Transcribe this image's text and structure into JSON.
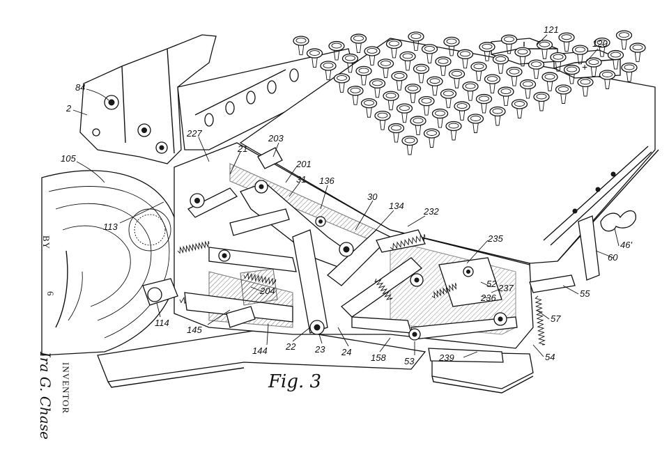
{
  "figure": {
    "caption": "Fig. 3",
    "side_by": "BY",
    "side_inventor": "INVENTOR",
    "side_signature": "Ira G. Chase",
    "side_mark": "6"
  },
  "reference_numerals": [
    {
      "id": "n84",
      "text": "84"
    },
    {
      "id": "n2",
      "text": "2"
    },
    {
      "id": "n105",
      "text": "105"
    },
    {
      "id": "n113",
      "text": "113"
    },
    {
      "id": "n227",
      "text": "227"
    },
    {
      "id": "n21",
      "text": "21"
    },
    {
      "id": "n203",
      "text": "203"
    },
    {
      "id": "n201",
      "text": "201"
    },
    {
      "id": "n31",
      "text": "31"
    },
    {
      "id": "n136",
      "text": "136"
    },
    {
      "id": "n30",
      "text": "30"
    },
    {
      "id": "n134",
      "text": "134"
    },
    {
      "id": "n232",
      "text": "232"
    },
    {
      "id": "n235",
      "text": "235"
    },
    {
      "id": "n52",
      "text": "52"
    },
    {
      "id": "n237",
      "text": "237"
    },
    {
      "id": "n236",
      "text": "236"
    },
    {
      "id": "n60",
      "text": "60"
    },
    {
      "id": "n46p",
      "text": "46'"
    },
    {
      "id": "n55",
      "text": "55"
    },
    {
      "id": "n57",
      "text": "57"
    },
    {
      "id": "n54",
      "text": "54"
    },
    {
      "id": "n239",
      "text": "239"
    },
    {
      "id": "n53",
      "text": "53"
    },
    {
      "id": "n158",
      "text": "158"
    },
    {
      "id": "n24",
      "text": "24"
    },
    {
      "id": "n23",
      "text": "23"
    },
    {
      "id": "n22",
      "text": "22"
    },
    {
      "id": "n144",
      "text": "144"
    },
    {
      "id": "n145",
      "text": "145"
    },
    {
      "id": "n114",
      "text": "114"
    },
    {
      "id": "n204",
      "text": "204"
    },
    {
      "id": "n121",
      "text": "121"
    },
    {
      "id": "n120",
      "text": "120"
    }
  ]
}
